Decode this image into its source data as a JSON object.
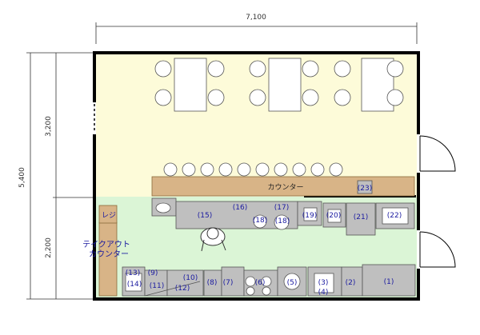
{
  "dimensions": {
    "total_width": "7,100",
    "total_depth": "5,400",
    "dining_depth": "3,200",
    "kitchen_depth": "2,200"
  },
  "labels": {
    "counter": "カウンター",
    "register": "レジ",
    "takeout_line1": "テイクアウト",
    "takeout_line2": "カウンター"
  },
  "equipment": {
    "e1": "(1)",
    "e2": "(2)",
    "e3": "(3)",
    "e4": "(4)",
    "e5": "(5)",
    "e6": "(6)",
    "e7": "(7)",
    "e8": "(8)",
    "e9": "(9)",
    "e10": "(10)",
    "e11": "(11)",
    "e12": "(12)",
    "e13": "(13)",
    "e14": "(14)",
    "e15": "(15)",
    "e16": "(16)",
    "e17": "(17)",
    "e18a": "(18)",
    "e18b": "(18)",
    "e19": "(19)",
    "e20": "(20)",
    "e21": "(21)",
    "e22": "(22)",
    "e23": "(23)"
  },
  "colors": {
    "dining_floor": "#fdfbd9",
    "kitchen_floor": "#dbf5d6",
    "counter_wood": "#d8b487",
    "equipment_fill": "#bfbfbf",
    "wall": "#000000",
    "label_blue": "#1a1aa0"
  }
}
